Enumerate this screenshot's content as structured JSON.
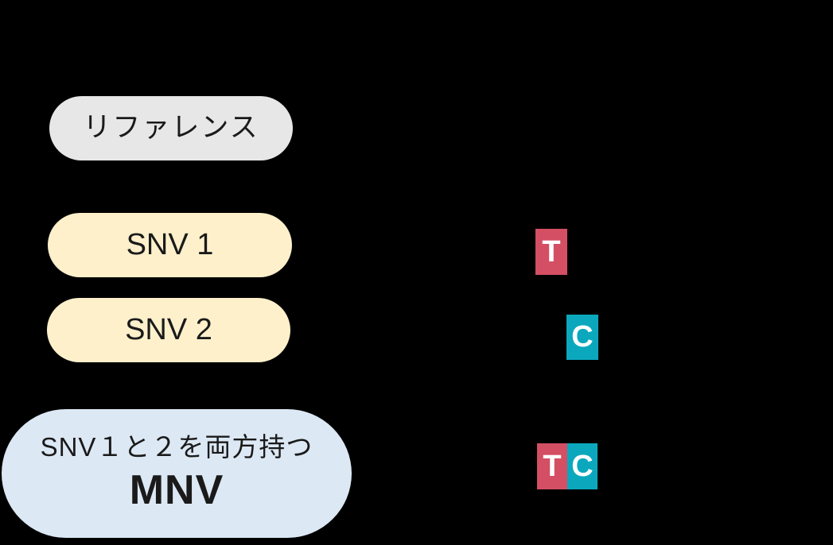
{
  "background": "#000000",
  "text_color": "#1a1a1a",
  "base_letter_color": "#ffffff",
  "rows": {
    "reference": {
      "label": "リファレンス",
      "pill_color": "#e7e7e7"
    },
    "snv1": {
      "label": "SNV 1",
      "pill_color": "#fdf0cb",
      "base": {
        "letter": "T",
        "color": "#d44f64"
      }
    },
    "snv2": {
      "label": "SNV 2",
      "pill_color": "#fdf0cb",
      "base": {
        "letter": "C",
        "color": "#0ba8bd"
      }
    },
    "mnv": {
      "label_line1": "SNV１と２を両方持つ",
      "label_line2": "MNV",
      "pill_color": "#dce8f4",
      "bases": [
        {
          "letter": "T",
          "color": "#d44f64"
        },
        {
          "letter": "C",
          "color": "#0ba8bd"
        }
      ]
    }
  }
}
